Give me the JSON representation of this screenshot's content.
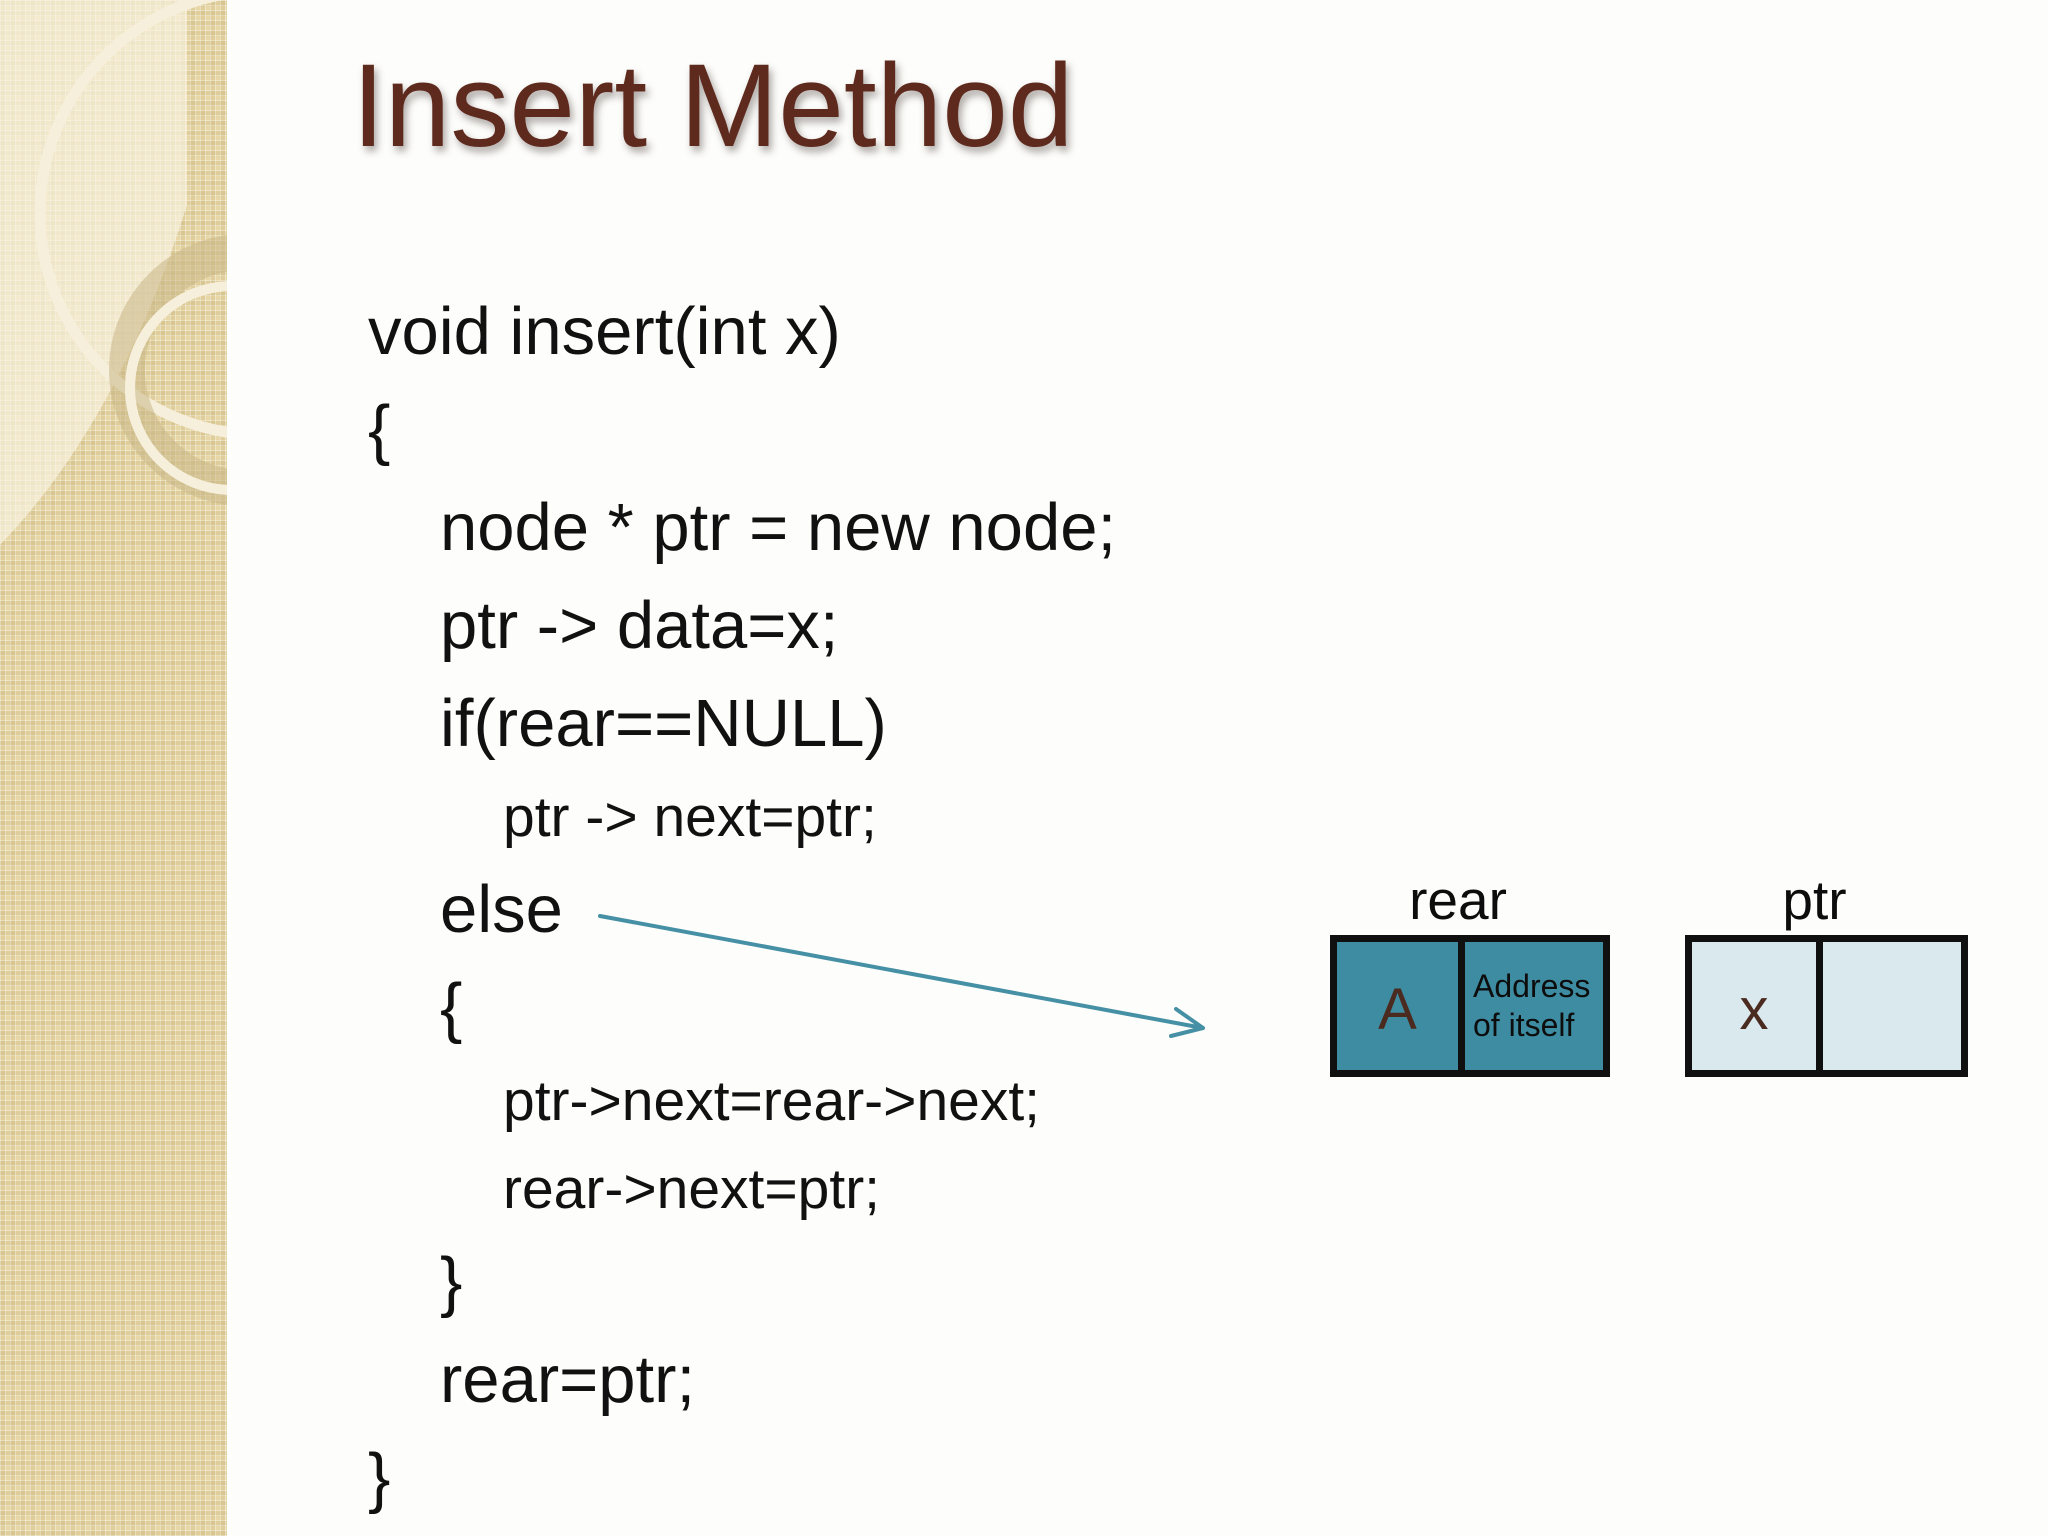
{
  "slide": {
    "title": "Insert Method",
    "colors": {
      "title_text": "#5e2a1e",
      "code_text": "#111111",
      "sidebar_tan": "#e7d7a6",
      "teal_cell": "#3e8ca2",
      "light_blue_cell": "#d9e9ee",
      "cell_border": "#101010",
      "node_letter_brown": "#4b2a1f",
      "arrow_teal": "#4690a5",
      "background": "#fdfdfb"
    }
  },
  "code": {
    "lines": [
      {
        "text": "void insert(int x)"
      },
      {
        "text": "{"
      },
      {
        "text": "node * ptr = new node;"
      },
      {
        "text": "ptr -> data=x;"
      },
      {
        "text": "if(rear==NULL)"
      },
      {
        "text": "ptr -> next=ptr;"
      },
      {
        "text": "else"
      },
      {
        "text": "{"
      },
      {
        "text": "ptr->next=rear->next;"
      },
      {
        "text": "rear->next=ptr;"
      },
      {
        "text": "}"
      },
      {
        "text": "rear=ptr;"
      },
      {
        "text": "}"
      }
    ]
  },
  "diagram": {
    "rear_node": {
      "label": "rear",
      "data_cell": "A",
      "next_cell": "Address of itself"
    },
    "ptr_node": {
      "label": "ptr",
      "data_cell": "x",
      "next_cell": ""
    },
    "arrow": {
      "from": "else branch of code",
      "to": "rear node box"
    }
  }
}
